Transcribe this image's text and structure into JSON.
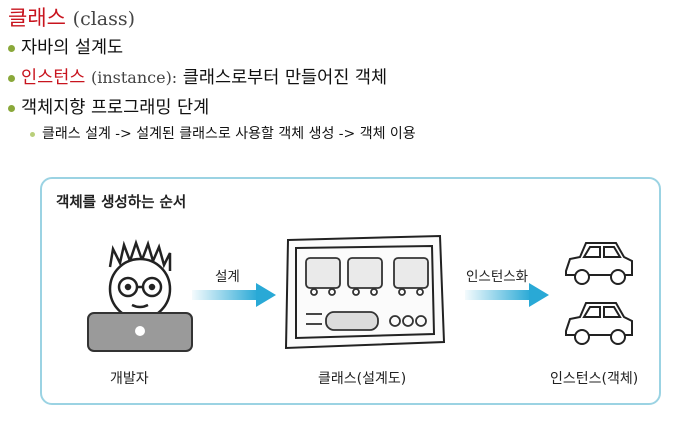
{
  "heading": {
    "korean": "클래스",
    "english": "(class)"
  },
  "bullets": {
    "b1": "자바의 설계도",
    "b2_korean": "인스턴스",
    "b2_english": "(instance):",
    "b2_rest": "클래스로부터 만들어진 객체",
    "b3": "객체지향 프로그래밍 단계"
  },
  "sub_bullet": "클래스 설계 -> 설계된 클래스로 사용할 객체 생성 -> 객체 이용",
  "diagram": {
    "title": "객체를 생성하는 순서",
    "arrow1": "설계",
    "arrow2": "인스턴스화",
    "captions": {
      "developer": "개발자",
      "class": "클래스(설계도)",
      "instance": "인스턴스(객체)"
    }
  },
  "colors": {
    "accent_red": "#c8141e",
    "bullet_green": "#8aa83a",
    "frame_blue": "#9bd3e3",
    "arrow_cyan": "#29a9d6"
  }
}
